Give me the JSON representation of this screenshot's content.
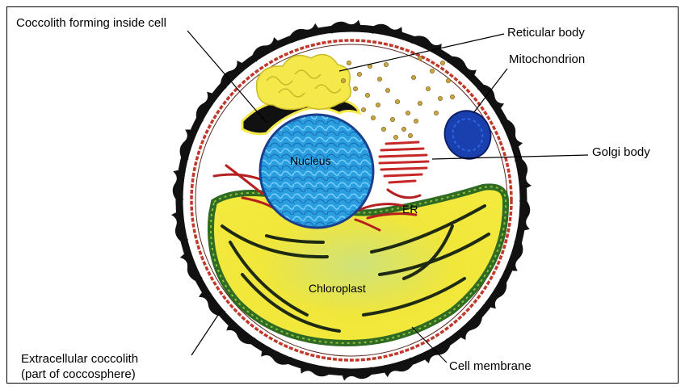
{
  "labels": {
    "coccolith_forming": "Coccolith forming inside cell",
    "reticular_body": "Reticular body",
    "mitochondrion": "Mitochondrion",
    "golgi_body": "Golgi body",
    "nucleus": "Nucleus",
    "er": "ER",
    "chloroplast": "Chloroplast",
    "extracellular_line1": "Extracellular coccolith",
    "extracellular_line2": "(part of coccosphere)",
    "cell_membrane": "Cell membrane"
  },
  "colors": {
    "cell_membrane": "#c0392b",
    "coccolith": "#111111",
    "nucleus": "#2a9fe0",
    "nucleus_edge": "#1a3f8f",
    "chloroplast": "#f2e63a",
    "chloroplast_edge": "#2f6b22",
    "reticular_body": "#f4e84a",
    "mitochondrion": "#1a3fae",
    "golgi": "#c62828",
    "vesicles": "#c9a646"
  }
}
